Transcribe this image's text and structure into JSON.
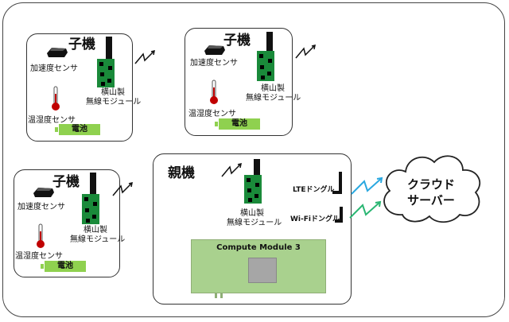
{
  "diagram": {
    "child_units": [
      {
        "title": "子機",
        "accelerometer": "加速度センサ",
        "thermometer": "温湿度センサ",
        "battery": "電池",
        "module_line1": "横山製",
        "module_line2": "無線モジュール"
      },
      {
        "title": "子機",
        "accelerometer": "加速度センサ",
        "thermometer": "温湿度センサ",
        "battery": "電池",
        "module_line1": "横山製",
        "module_line2": "無線モジュール"
      },
      {
        "title": "子機",
        "accelerometer": "加速度センサ",
        "thermometer": "温湿度センサ",
        "battery": "電池",
        "module_line1": "横山製",
        "module_line2": "無線モジュール"
      }
    ],
    "parent_unit": {
      "title": "親機",
      "module_line1": "横山製",
      "module_line2": "無線モジュール",
      "board_label": "Compute Module 3",
      "lte_dongle": "LTEドングル",
      "wifi_dongle": "Wi-Fiドングル"
    },
    "cloud": {
      "line1": "クラウド",
      "line2": "サーバー"
    },
    "colors": {
      "pcb": "#1a8a3a",
      "battery": "#8fd14f",
      "board": "#a9d18e",
      "lte_link": "#2aa8e0",
      "wifi_link": "#2bb673",
      "thermometer": "#c00000"
    }
  }
}
